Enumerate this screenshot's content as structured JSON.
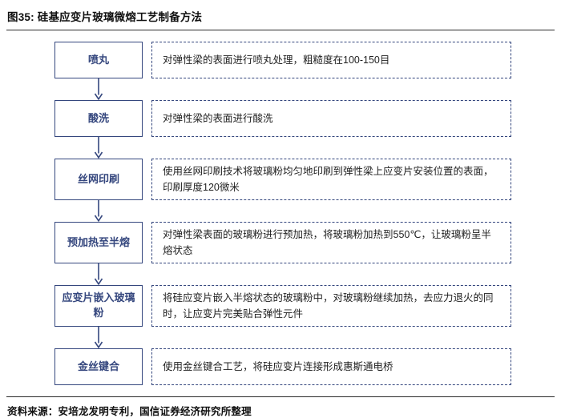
{
  "figure": {
    "title": "图35: 硅基应变片玻璃微熔工艺制备方法",
    "source": "资料来源：安培龙发明专利，国信证券经济研究所整理"
  },
  "colors": {
    "accent_navy": "#35477E",
    "rule_dark": "#2b2b2b",
    "text": "#1a1a1a"
  },
  "flow": {
    "steps": [
      {
        "label": "喷丸",
        "desc": "对弹性梁的表面进行喷丸处理，粗糙度在100-150目"
      },
      {
        "label": "酸洗",
        "desc": "对弹性梁的表面进行酸洗"
      },
      {
        "label": "丝网印刷",
        "desc": "使用丝网印刷技术将玻璃粉均匀地印刷到弹性梁上应变片安装位置的表面，印刷厚度120微米"
      },
      {
        "label": "预加热至半熔",
        "desc": "对弹性梁表面的玻璃粉进行预加热，将玻璃粉加热到550℃，让玻璃粉呈半熔状态"
      },
      {
        "label": "应变片嵌入玻璃粉",
        "desc": "将硅应变片嵌入半熔状态的玻璃粉中，对玻璃粉继续加热，去应力退火的同时，让应变片完美贴合弹性元件"
      },
      {
        "label": "金丝键合",
        "desc": "使用金丝键合工艺，将硅应变片连接形成惠斯通电桥"
      }
    ]
  }
}
